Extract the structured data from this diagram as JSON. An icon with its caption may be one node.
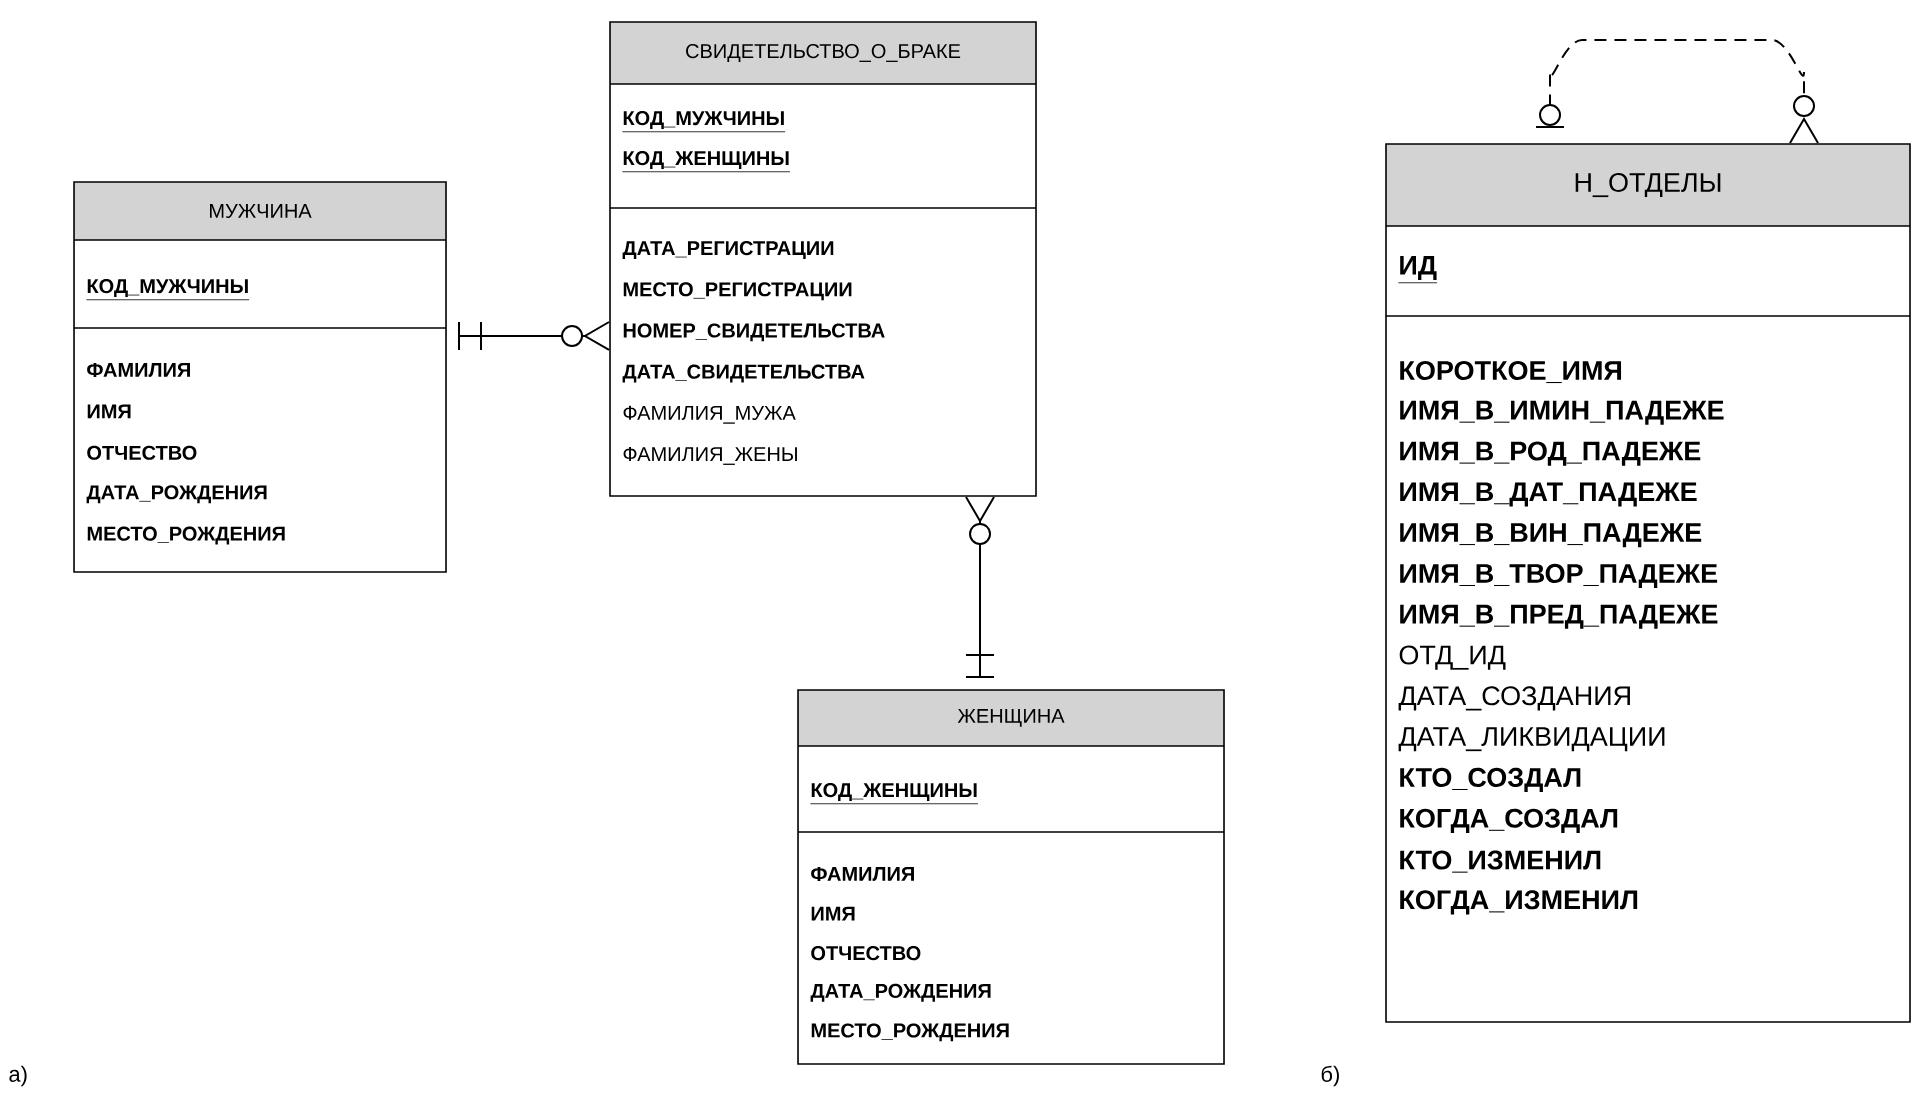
{
  "diagram": {
    "nodes": [
      {
        "text": [
          "МУЖЧИНА",
          "КОД_МУЖЧИНЫ",
          "**ФАМИЛИЯ**",
          "**ИМЯ**",
          "**ОТЧЕСТВО**",
          "**ДАТА_РОЖДЕНИЯ**",
          "**МЕСТО_РОЖДЕНИЯ**"
        ]
      },
      {
        "text": [
          "СВИДЕТЕЛЬСТВО_О_БРАКЕ",
          "КОД_МУЖЧИНЫ",
          "КОД_ЖЕНЩИНЫ",
          "**ДАТА_РЕГИСТРАЦИИ**",
          "**МЕСТО_РЕГИСТРАЦИИ**",
          "**НОМЕР_СВИДЕТЕЛЬСТВА**",
          "**ДАТА_СВИДЕТЕЛЬСТВА**",
          "ФАМИЛИЯ_МУЖА",
          "ФАМИЛИЯ_ЖЕНЫ"
        ]
      },
      {
        "text": [
          "ЖЕНЩИНА",
          "КОД_ЖЕНЩИНЫ",
          "**ФАМИЛИЯ**",
          "**ИМЯ**",
          "**ОТЧЕСТВО**",
          "**ДАТА_РОЖДЕНИЯ**",
          "**МЕСТО_РОЖДЕНИЯ**"
        ]
      },
      {
        "text": [
          "Н_ОТДЕЛЫ",
          "ИД",
          "**КОРОТКОЕ_ИМЯ**",
          "**ИМЯ_В_ИМИН_ПАДЕЖЕ**",
          "**ИМЯ_В_РОД_ПАДЕЖЕ**",
          "**ИМЯ_В_ДАТ_ПАДЕЖЕ**",
          "**ИМЯ_В_ВИН_ПАДЕЖЕ**",
          "**ИМЯ_В_ТВОР_ПАДЕЖЕ**",
          "**ИМЯ_В_ПРЕД_ПАДЕЖЕ**",
          "ОТД_ИД",
          "ДАТА_СОЗДАНИЯ",
          "ДАТА_ЛИКВИДАЦИИ",
          "**КТО_СОЗДАЛ**",
          "**КОГДА_СОЗДАЛ**",
          "**КТО_ИЗМЕНИЛ**",
          "**КОГДА_ИЗМЕНИЛ**"
        ]
      }
    ],
    "edges": [
      {
        "from": 0,
        "to": 1,
        "arrow": "other"
      },
      {
        "from": 2,
        "to": 1,
        "arrow": "other"
      },
      {
        "from": 3,
        "to": 3,
        "arrow": "other",
        "style": "dashed"
      }
    ],
    "labels": [
      "а)",
      "б)"
    ]
  }
}
